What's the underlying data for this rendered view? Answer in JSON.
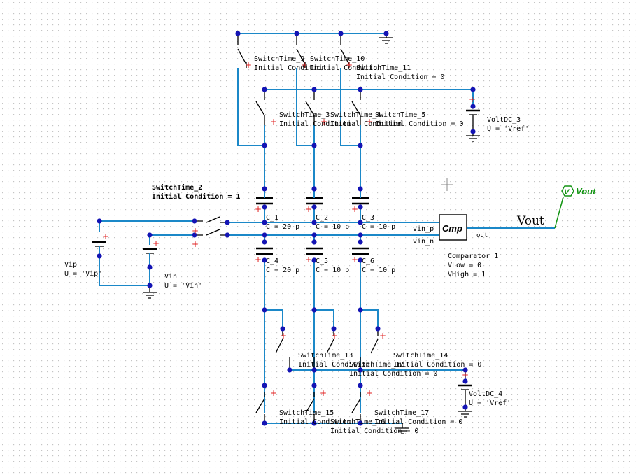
{
  "colors": {
    "wire": "#1b88c8",
    "node": "#1414b4",
    "plus": "#e02020",
    "probe": "#129412",
    "grid": "#c4c4c4"
  },
  "switches": {
    "sw9": {
      "name": "SwitchTime_9",
      "ic": "Initial Condition"
    },
    "sw10": {
      "name": "SwitchTime_10",
      "ic": "Initial Condition"
    },
    "sw11": {
      "name": "SwitchTime_11",
      "ic": "Initial Condition = 0"
    },
    "sw3": {
      "name": "SwitchTime_3",
      "ic": "Initial Condition"
    },
    "sw4": {
      "name": "SwitchTime_4",
      "ic": "Initial Condition"
    },
    "sw5": {
      "name": "SwitchTime_5",
      "ic": "Initial Condition = 0"
    },
    "sw2": {
      "name": "SwitchTime_2",
      "ic": "Initial Condition = 1"
    },
    "sw13": {
      "name": "SwitchTime_13",
      "ic": "Initial Condition"
    },
    "sw12": {
      "name": "SwitchTime_12",
      "ic": "Initial Condition = 0"
    },
    "sw14": {
      "name": "SwitchTime_14",
      "ic": "Initial Condition = 0"
    },
    "sw15": {
      "name": "SwitchTime_15",
      "ic": "Initial Condition"
    },
    "sw16": {
      "name": "SwitchTime_16",
      "ic": "Initial Condition = 0"
    },
    "sw17": {
      "name": "SwitchTime_17",
      "ic": "Initial Condition = 0"
    }
  },
  "capacitors": {
    "c1": {
      "name": "C_1",
      "value": "C = 20 p"
    },
    "c2": {
      "name": "C_2",
      "value": "C = 10 p"
    },
    "c3": {
      "name": "C_3",
      "value": "C = 10 p"
    },
    "c4": {
      "name": "C_4",
      "value": "C = 20 p"
    },
    "c5": {
      "name": "C_5",
      "value": "C = 10 p"
    },
    "c6": {
      "name": "C_6",
      "value": "C = 10 p"
    }
  },
  "sources": {
    "vref3": {
      "name": "VoltDC_3",
      "value": "U = 'Vref'"
    },
    "vref4": {
      "name": "VoltDC_4",
      "value": "U = 'Vref'"
    },
    "vip": {
      "name": "Vip",
      "value": "U = 'Vip'"
    },
    "vin": {
      "name": "Vin",
      "value": "U = 'Vin'"
    }
  },
  "comparator": {
    "symbol": "Cmp",
    "name": "Comparator_1",
    "vlow": "VLow = 0",
    "vhigh": "VHigh = 1",
    "in_p": "vin_p",
    "in_n": "vin_n",
    "out": "out"
  },
  "output": {
    "net": "Vout",
    "probe": "Vout"
  }
}
